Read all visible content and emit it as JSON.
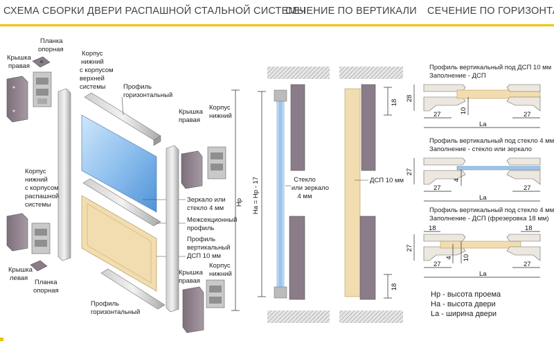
{
  "header": {
    "title_main": "СХЕМА СБОРКИ ДВЕРИ РАСПАШНОЙ СТАЛЬНОЙ СИСТЕМЫ",
    "title_vertical": "СЕЧЕНИЕ ПО ВЕРТИКАЛИ",
    "title_horizontal": "СЕЧЕНИЕ ПО ГОРИЗОНТАЛИ",
    "accent_color": "#f2c200"
  },
  "assembly_labels": {
    "planka_top_1": "Планка",
    "planka_top_2": "опорная",
    "kryshka_left_top_1": "Крышка",
    "kryshka_left_top_2": "правая",
    "korpus_top_1": "Корпус",
    "korpus_top_2": "нижний",
    "korpus_top_3": "с корпусом",
    "korpus_top_4": "верхней",
    "korpus_top_5": "системы",
    "profile_h_top_1": "Профиль",
    "profile_h_top_2": "горизонтальный",
    "kryshka_right_top_1": "Крышка",
    "kryshka_right_top_2": "правая",
    "korpus_right_top_1": "Корпус",
    "korpus_right_top_2": "нижний",
    "korpus_mid_1": "Корпус",
    "korpus_mid_2": "нижний",
    "korpus_mid_3": "с корпусом",
    "korpus_mid_4": "распашной",
    "korpus_mid_5": "системы",
    "mirror_1": "Зеркало или",
    "mirror_2": "стекло 4 мм",
    "mezh_1": "Межсекционный",
    "mezh_2": "профиль",
    "profile_v_1": "Профиль",
    "profile_v_2": "вертикальный",
    "dsp_1": "ДСП 10 мм",
    "kryshka_bot_1": "Крышка",
    "kryshka_bot_2": "правая",
    "korpus_bot_1": "Корпус",
    "korpus_bot_2": "нижний",
    "kryshka_left_bot_1": "Крышка",
    "kryshka_left_bot_2": "левая",
    "planka_bot_1": "Планка",
    "planka_bot_2": "опорная",
    "profile_h_bot_1": "Профиль",
    "profile_h_bot_2": "горизонтальный"
  },
  "vertical_section": {
    "hp_label": "Hp",
    "ha_label": "Ha = Hp - 17",
    "glass_1": "Стекло",
    "glass_2": "или зеркало",
    "glass_3": "4 мм",
    "dsp_label": "ДСП 10 мм",
    "dim_top": "18",
    "dim_bottom": "18"
  },
  "horizontal_section": {
    "s1_title": "Профиль вертикальный под ДСП 10 мм",
    "s1_fill": "Заполнение - ДСП",
    "s1_dim_h": "28",
    "s1_dim_t": "10",
    "s1_dim_l": "27",
    "s1_dim_r": "27",
    "s1_dim_la": "La",
    "s2_title": "Профиль вертикальный под стекло 4 мм",
    "s2_fill": "Заполнение - стекло или зеркало",
    "s2_dim_h": "27",
    "s2_dim_t": "4",
    "s2_dim_l": "27",
    "s2_dim_r": "27",
    "s2_dim_la": "La",
    "s3_title": "Профиль вертикальный под стекло 4 мм",
    "s3_fill": "Заполнение - ДСП (фрезеровка 18 мм)",
    "s3_dim_18l": "18",
    "s3_dim_18r": "18",
    "s3_dim_h": "27",
    "s3_dim_t1": "4",
    "s3_dim_t2": "10",
    "s3_dim_l": "27",
    "s3_dim_r": "27",
    "s3_dim_la": "La"
  },
  "legend": {
    "hp": "Hp - высота проема",
    "ha": "Ha - высота двери",
    "la": "La - ширина двери"
  }
}
